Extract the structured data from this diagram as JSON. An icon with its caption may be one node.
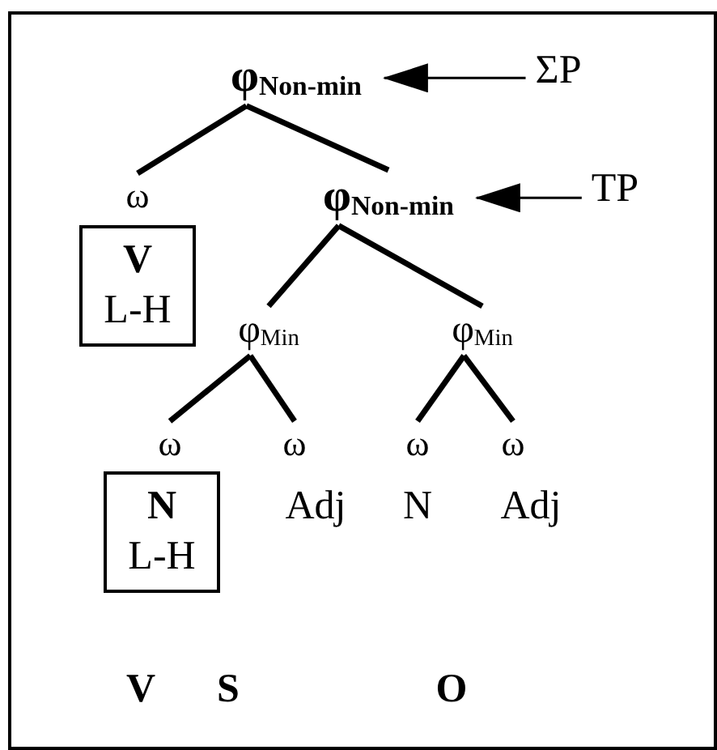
{
  "diagram": {
    "nodes": [
      {
        "text": [
          "φ$_{Non-min}$"
        ]
      },
      {
        "text": [
          "ΣP"
        ]
      },
      {
        "text": [
          "ω"
        ]
      },
      {
        "text": [
          "φ$_{Non-min}$"
        ]
      },
      {
        "text": [
          "TP"
        ]
      },
      {
        "text": [
          "V",
          "L-H"
        ]
      },
      {
        "text": [
          "φ$_{Min}$"
        ]
      },
      {
        "text": [
          "φ$_{Min}$"
        ]
      },
      {
        "text": [
          "ω"
        ]
      },
      {
        "text": [
          "ω"
        ]
      },
      {
        "text": [
          "ω"
        ]
      },
      {
        "text": [
          "ω"
        ]
      },
      {
        "text": [
          "N",
          "L-H"
        ]
      }
    ],
    "edges": [
      {
        "from": 1,
        "to": 0,
        "arrow": "to"
      },
      {
        "from": 0,
        "to": 2,
        "arrow": "none"
      },
      {
        "from": 0,
        "to": 3,
        "arrow": "none"
      },
      {
        "from": 4,
        "to": 3,
        "arrow": "to"
      },
      {
        "from": 3,
        "to": 6,
        "arrow": "none"
      },
      {
        "from": 3,
        "to": 7,
        "arrow": "none"
      },
      {
        "from": 6,
        "to": 8,
        "arrow": "none"
      },
      {
        "from": 6,
        "to": 9,
        "arrow": "none"
      },
      {
        "from": 7,
        "to": 10,
        "arrow": "none"
      },
      {
        "from": 7,
        "to": 11,
        "arrow": "none"
      }
    ],
    "labels": [
      "Adj",
      "N",
      "Adj",
      "V",
      "S",
      "O"
    ]
  }
}
